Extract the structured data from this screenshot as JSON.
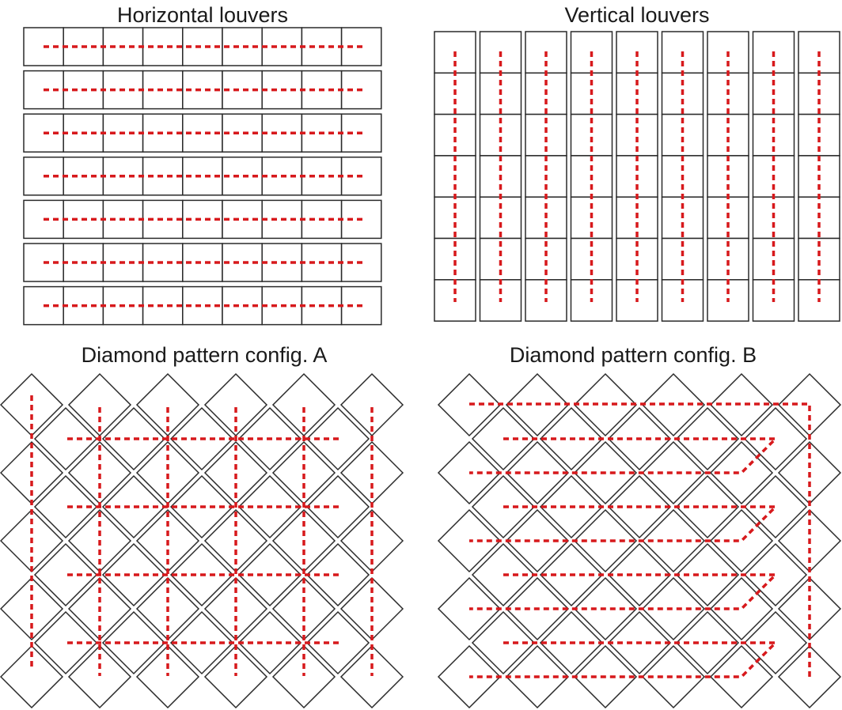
{
  "panels": {
    "horizontal": {
      "title": "Horizontal louvers",
      "rows": 7,
      "cols": 9
    },
    "vertical": {
      "title": "Vertical louvers",
      "rows": 7,
      "cols": 9
    },
    "diamond_a": {
      "title": "Diamond pattern config. A",
      "rows": 9
    },
    "diamond_b": {
      "title": "Diamond pattern config. B",
      "rows": 9
    }
  },
  "colors": {
    "path": "#d7191c",
    "outline": "#2a2a2a"
  }
}
